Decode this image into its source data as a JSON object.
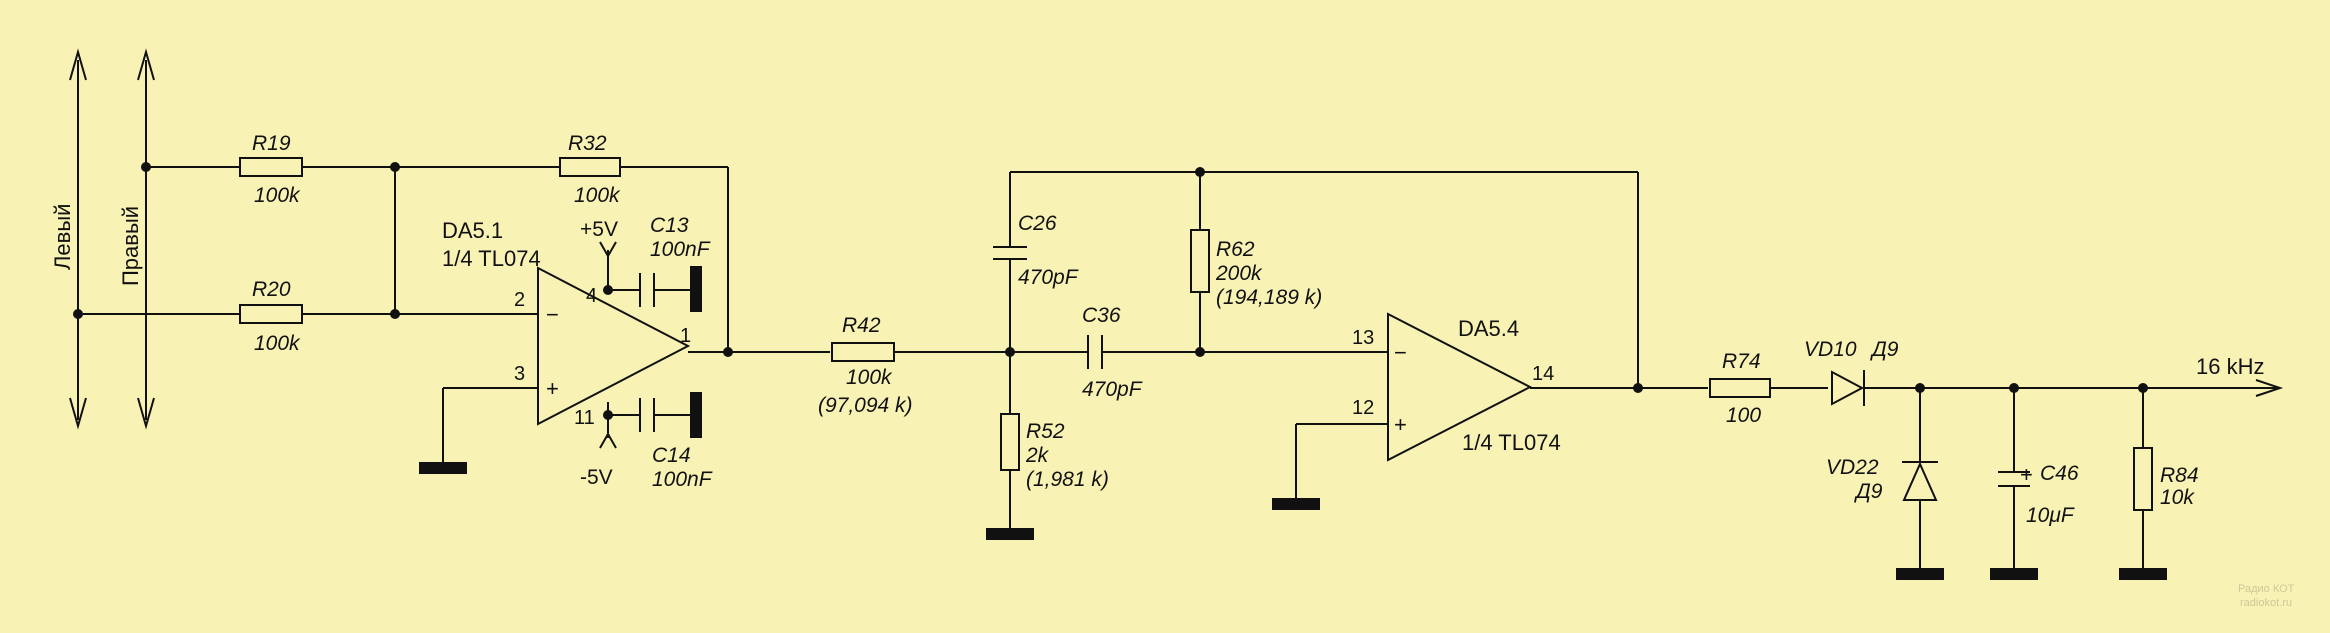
{
  "inputs": {
    "left": "Левый",
    "right": "Правый"
  },
  "resistors": [
    {
      "ref": "R19",
      "value": "100k"
    },
    {
      "ref": "R20",
      "value": "100k"
    },
    {
      "ref": "R32",
      "value": "100k"
    },
    {
      "ref": "R42",
      "value": "100k",
      "measured": "(97,094 k)"
    },
    {
      "ref": "R52",
      "value": "2k",
      "measured": "(1,981 k)"
    },
    {
      "ref": "R62",
      "value": "200k",
      "measured": "(194,189 k)"
    },
    {
      "ref": "R74",
      "value": "100"
    },
    {
      "ref": "R84",
      "value": "10k"
    }
  ],
  "capacitors": [
    {
      "ref": "C13",
      "value": "100nF"
    },
    {
      "ref": "C14",
      "value": "100nF"
    },
    {
      "ref": "C26",
      "value": "470pF"
    },
    {
      "ref": "C36",
      "value": "470pF"
    },
    {
      "ref": "C46",
      "value": "10μF",
      "polarity": "+"
    }
  ],
  "diodes": [
    {
      "ref": "VD10",
      "type": "Д9"
    },
    {
      "ref": "VD22",
      "type": "Д9"
    }
  ],
  "opamps": [
    {
      "ref": "DA5.1",
      "part": "1/4 TL074",
      "pins": {
        "inv": "2",
        "noninv": "3",
        "out": "1",
        "vpos": "4",
        "vneg": "11"
      },
      "inv_sign": "−",
      "noninv_sign": "+"
    },
    {
      "ref": "DA5.4",
      "part": "1/4 TL074",
      "pins": {
        "inv": "13",
        "noninv": "12",
        "out": "14"
      },
      "inv_sign": "−",
      "noninv_sign": "+"
    }
  ],
  "supply": {
    "pos": "+5V",
    "neg": "-5V"
  },
  "output": {
    "label": "16 kHz"
  },
  "watermark": {
    "line1": "Радио КОТ",
    "line2": "radiokot.ru"
  },
  "colors": {
    "background": "#f8f2b4",
    "ink": "#111111"
  }
}
